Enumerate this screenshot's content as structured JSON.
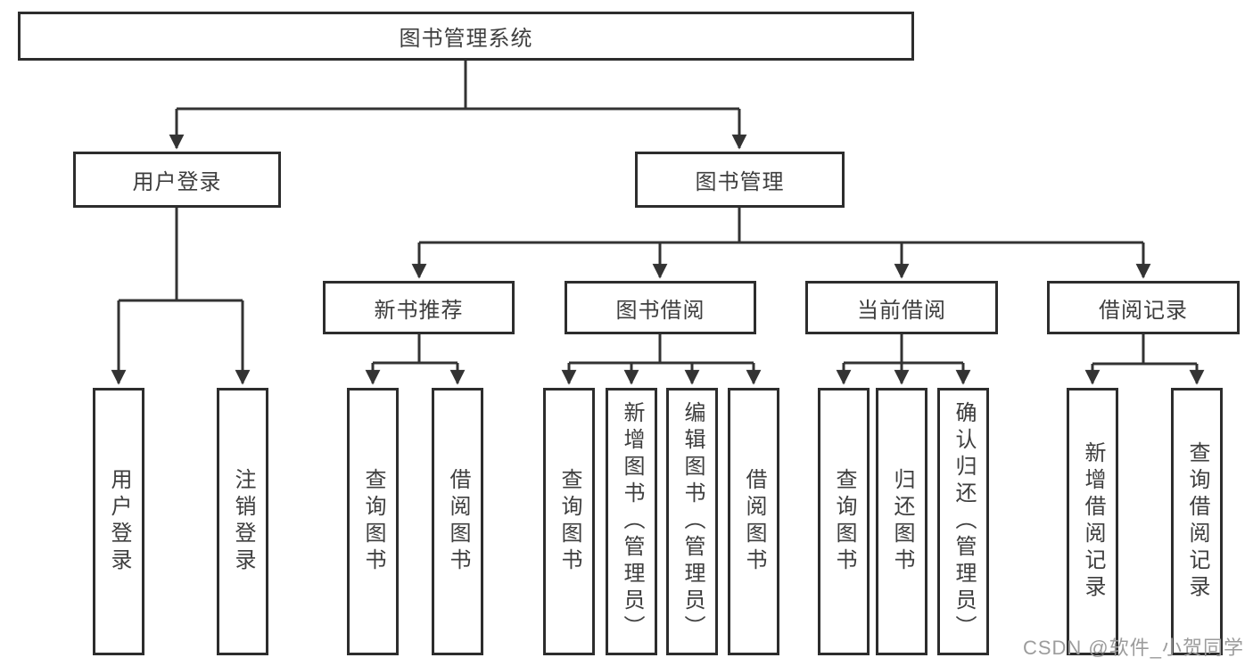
{
  "diagram": {
    "title": "图书管理系统",
    "type": "hierarchy-structure-chart"
  },
  "nodes": {
    "root": "图书管理系统",
    "user_login": "用户登录",
    "book_management": "图书管理",
    "new_book_recommend": "新书推荐",
    "book_borrow": "图书借阅",
    "current_borrow": "当前借阅",
    "borrow_record": "借阅记录",
    "leaf_user_login": "用户登录",
    "leaf_logout": "注销登录",
    "leaf_recommend_query_book": "查询图书",
    "leaf_recommend_borrow_book": "借阅图书",
    "leaf_borrow_query_book": "查询图书",
    "leaf_borrow_add_book": "新增图书（管理员）",
    "leaf_borrow_edit_book": "编辑图书（管理员）",
    "leaf_borrow_borrow_book": "借阅图书",
    "leaf_current_query_book": "查询图书",
    "leaf_current_return_book": "归还图书",
    "leaf_current_confirm_return": "确认归还（管理员）",
    "leaf_record_add": "新增借阅记录",
    "leaf_record_query": "查询借阅记录"
  },
  "watermark": "CSDN @软件_小贺同学",
  "colors": {
    "line": "#333333",
    "box_border": "#2d2d2d",
    "text": "#3e3e3e",
    "watermark": "#9c9c9c",
    "background": "#ffffff"
  }
}
